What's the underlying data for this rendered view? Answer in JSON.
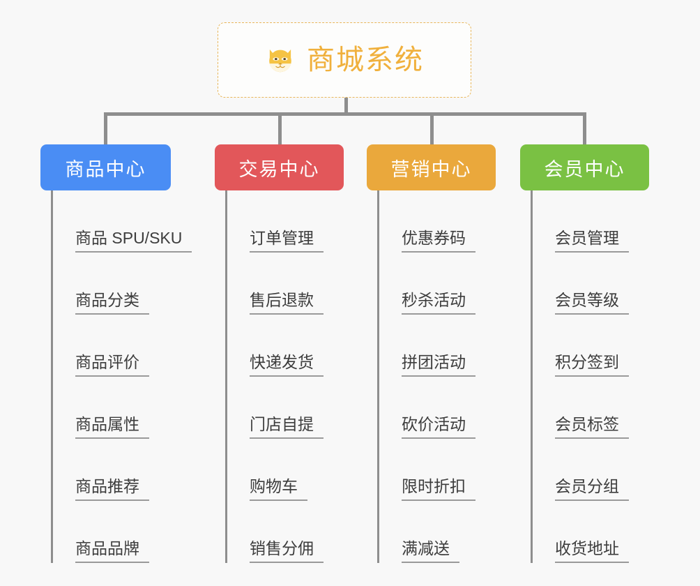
{
  "root": {
    "title": "商城系统",
    "icon": "shiba-dog-face-icon",
    "border_color": "#e8b65a",
    "text_color": "#f0b03c"
  },
  "canvas": {
    "background": "#f8f8f8",
    "connector_color": "#8e8e8e"
  },
  "branches": [
    {
      "label": "商品中心",
      "color": "#4a8df4",
      "items": [
        "商品 SPU/SKU",
        "商品分类",
        "商品评价",
        "商品属性",
        "商品推荐",
        "商品品牌"
      ]
    },
    {
      "label": "交易中心",
      "color": "#e2575a",
      "items": [
        "订单管理",
        "售后退款",
        "快递发货",
        "门店自提",
        "购物车",
        "销售分佣"
      ]
    },
    {
      "label": "营销中心",
      "color": "#eaa83c",
      "items": [
        "优惠券码",
        "秒杀活动",
        "拼团活动",
        "砍价活动",
        "限时折扣",
        "满减送"
      ]
    },
    {
      "label": "会员中心",
      "color": "#7ac143",
      "items": [
        "会员管理",
        "会员等级",
        "积分签到",
        "会员标签",
        "会员分组",
        "收货地址"
      ]
    }
  ]
}
